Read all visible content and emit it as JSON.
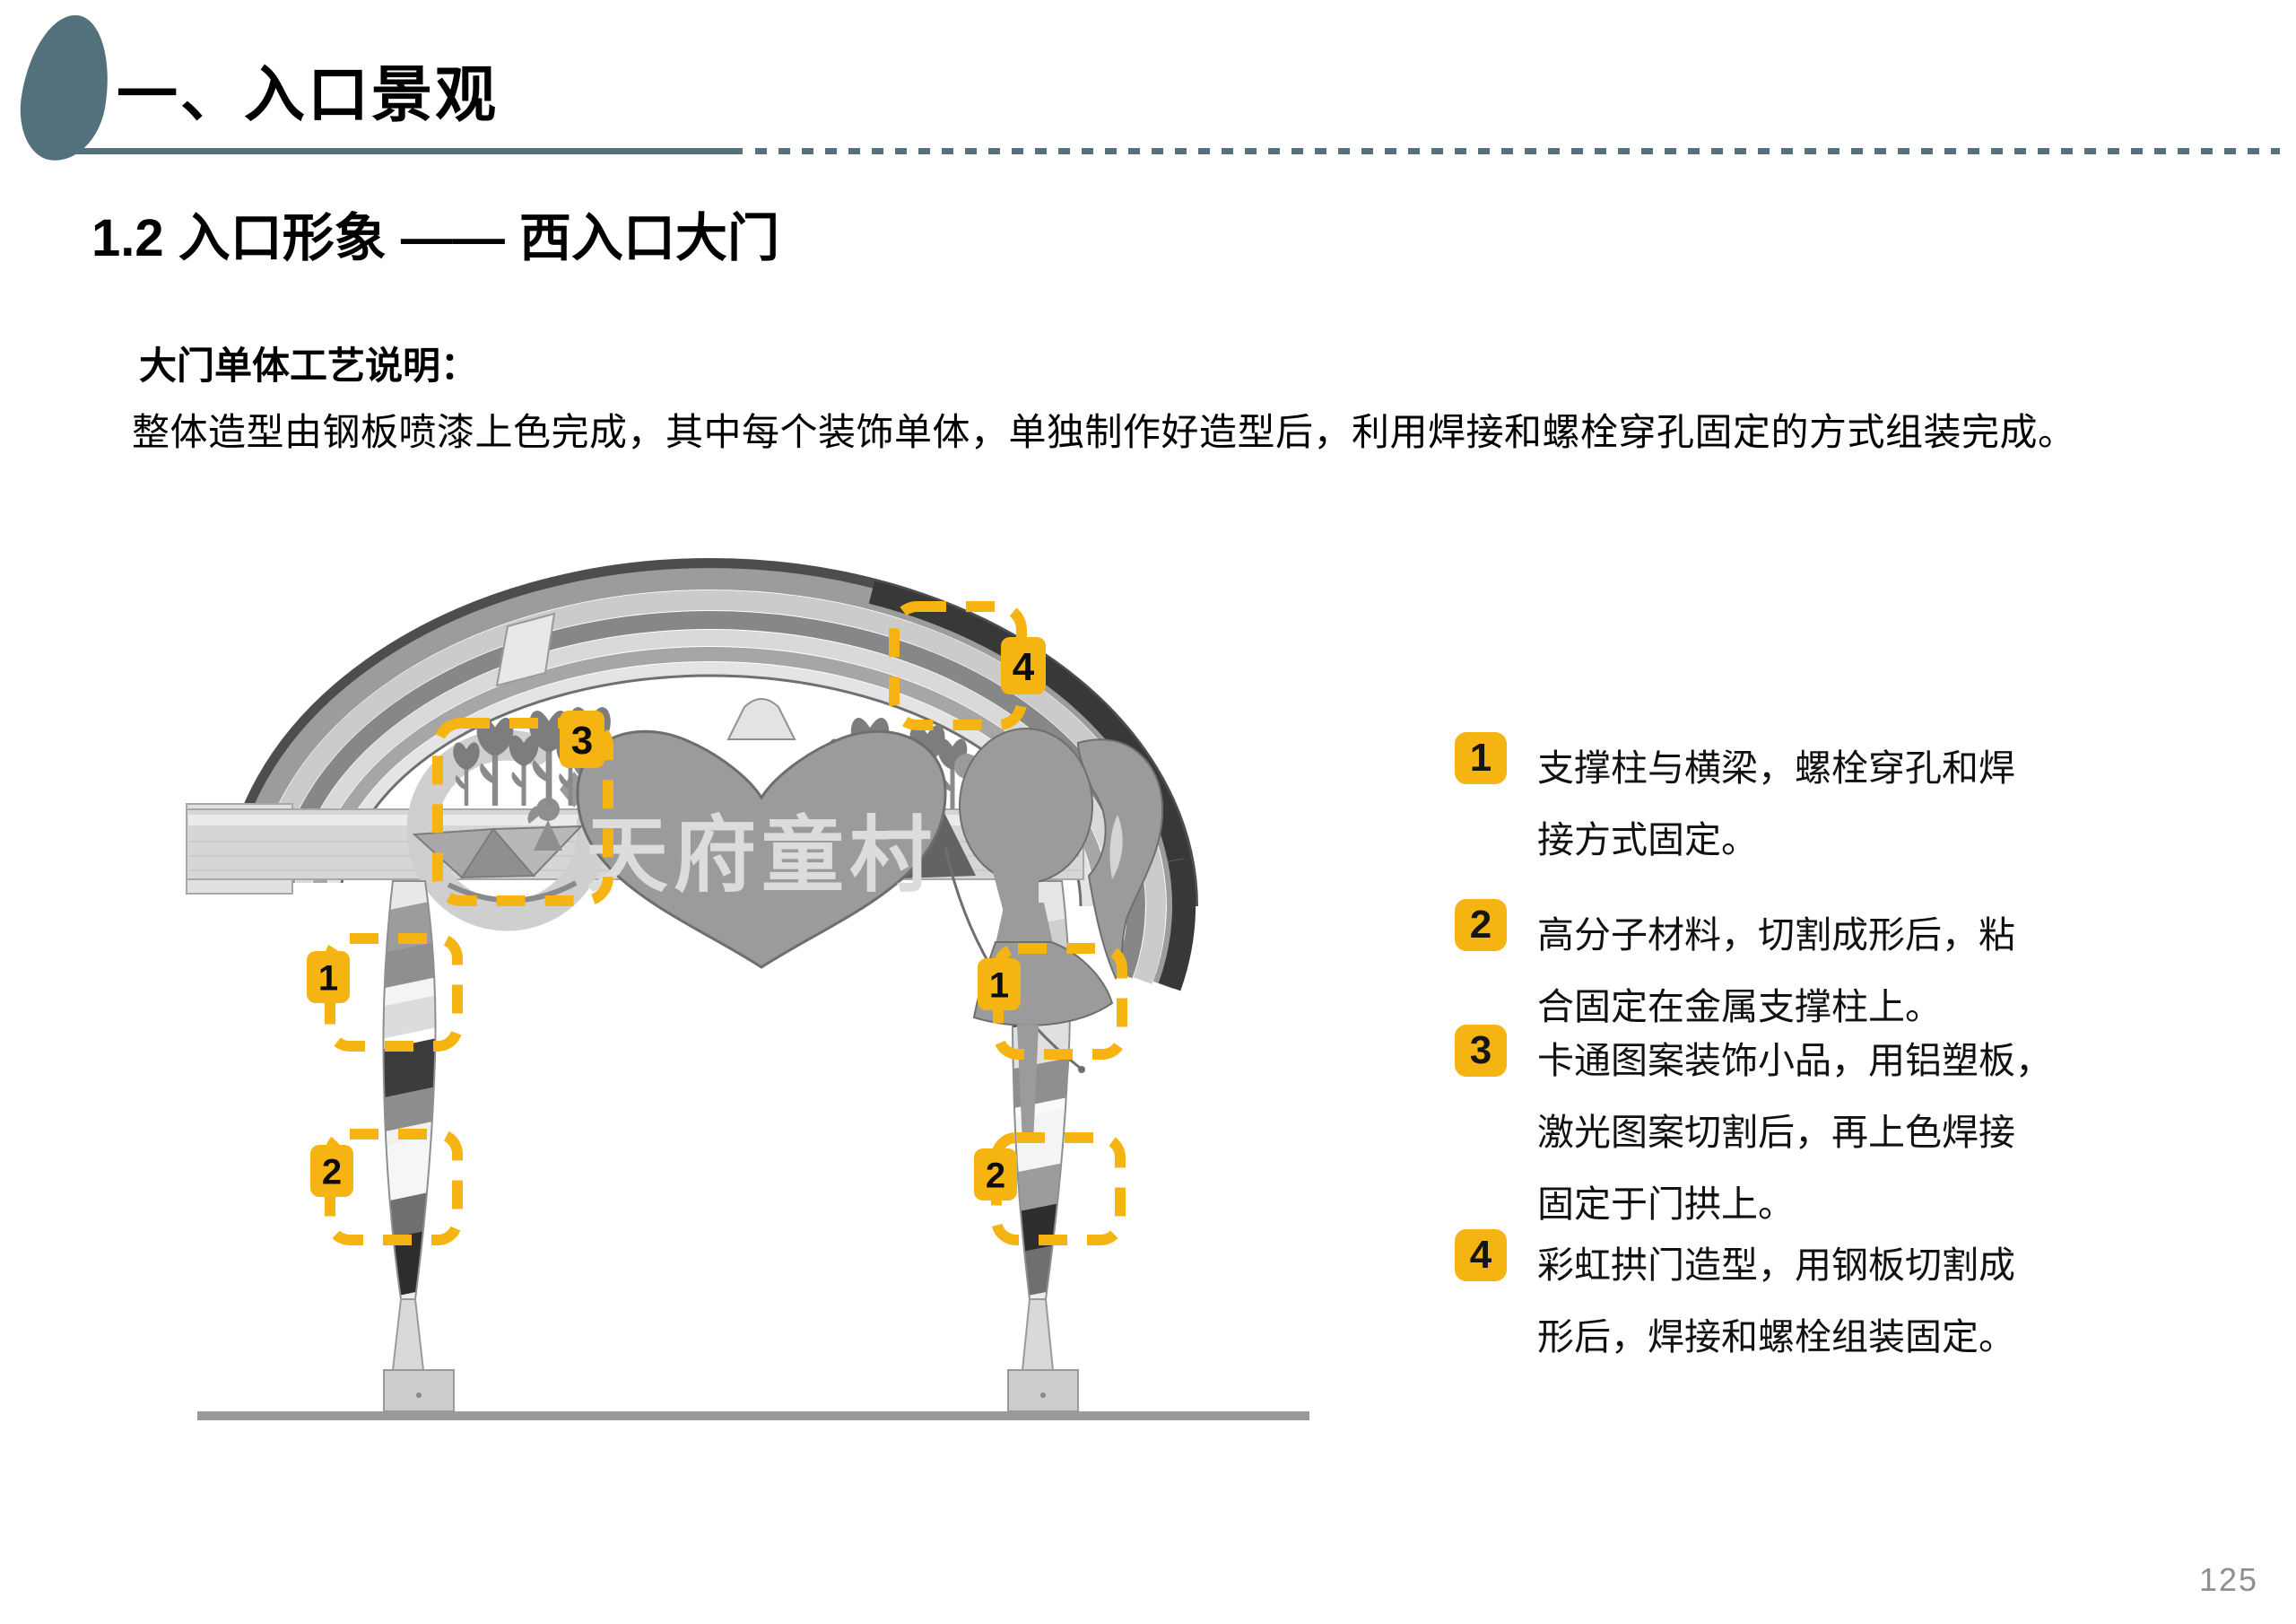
{
  "header": {
    "title": "一、入口景观",
    "subtitle": "1.2 入口形象 —— 西入口大门"
  },
  "intro": {
    "heading": "大门单体工艺说明：",
    "body": "整体造型由钢板喷漆上色完成，其中每个装饰单体，单独制作好造型后，利用焊接和螺栓穿孔固定的方式组装完成。"
  },
  "diagram": {
    "logo_text": "天府童村",
    "markers": {
      "m1": "1",
      "m2": "2",
      "m3": "3",
      "m4": "4"
    }
  },
  "legend": {
    "items": [
      {
        "num": "1",
        "text": "支撑柱与横梁，螺栓穿孔和焊\n接方式固定。"
      },
      {
        "num": "2",
        "text": "高分子材料，切割成形后，粘\n合固定在金属支撑柱上。"
      },
      {
        "num": "3",
        "text": "卡通图案装饰小品，用铝塑板，\n激光图案切割后，再上色焊接\n固定于门拱上。"
      },
      {
        "num": "4",
        "text": "彩虹拱门造型，用钢板切割成\n形后，焊接和螺栓组装固定。"
      }
    ]
  },
  "page": {
    "number": "125"
  },
  "colors": {
    "accent": "#F6B412",
    "slate": "#54717D"
  }
}
